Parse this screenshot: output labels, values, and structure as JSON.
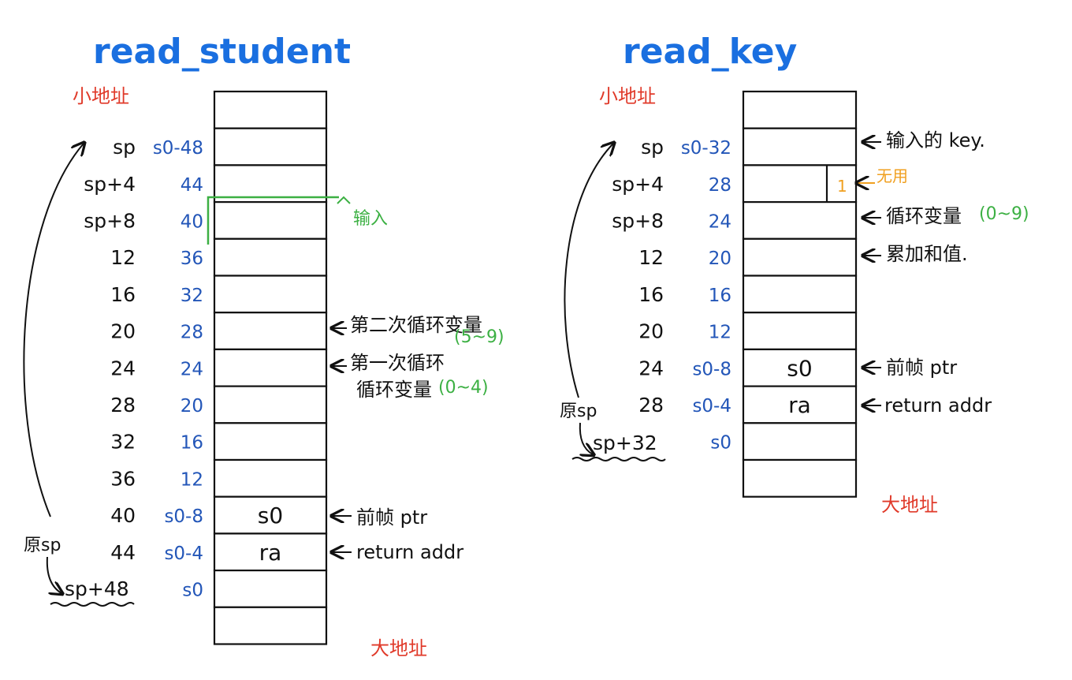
{
  "colors": {
    "title": "#1a6fe0",
    "address_label": "#e03a2a",
    "offset": "#2356b8",
    "input_highlight": "#3cb043",
    "unused": "#f0a020",
    "ink": "#111111"
  },
  "read_student": {
    "title": "read_student",
    "low_addr": "小地址",
    "high_addr": "大地址",
    "sp_labels": [
      "sp",
      "sp+4",
      "sp+8",
      "12",
      "16",
      "20",
      "24",
      "28",
      "32",
      "36",
      "40",
      "44"
    ],
    "s0_labels": [
      "s0-48",
      "44",
      "40",
      "36",
      "32",
      "28",
      "24",
      "20",
      "16",
      "12",
      "s0-8",
      "s0-4",
      "s0"
    ],
    "cells": [
      "",
      "",
      "",
      "",
      "",
      "",
      "",
      "",
      "",
      "",
      "",
      "s0",
      "ra",
      "",
      ""
    ],
    "orig_sp": "原sp",
    "sp_plus": "sp+48",
    "input_label": "输入",
    "notes": {
      "second_loop": "第二次循环变量",
      "second_range": "(5~9)",
      "first_loop_1": "第一次循环",
      "first_loop_2": "循环变量",
      "first_range": "(0~4)",
      "prev_frame": "前帧 ptr",
      "return_addr": "return addr"
    }
  },
  "read_key": {
    "title": "read_key",
    "low_addr": "小地址",
    "high_addr": "大地址",
    "sp_labels": [
      "sp",
      "sp+4",
      "sp+8",
      "12",
      "16",
      "20",
      "24",
      "28"
    ],
    "s0_labels": [
      "s0-32",
      "28",
      "24",
      "20",
      "16",
      "12",
      "s0-8",
      "s0-4",
      "s0"
    ],
    "cells": [
      "",
      "",
      "",
      "",
      "",
      "",
      "",
      "s0",
      "ra",
      "",
      ""
    ],
    "unused_mark": "1",
    "unused_label": "无用",
    "orig_sp": "原sp",
    "sp_plus": "sp+32",
    "notes": {
      "input_key": "输入的 key.",
      "loop_var": "循环变量",
      "loop_range": "(0~9)",
      "sum": "累加和值.",
      "prev_frame": "前帧 ptr",
      "return_addr": "return addr"
    }
  }
}
